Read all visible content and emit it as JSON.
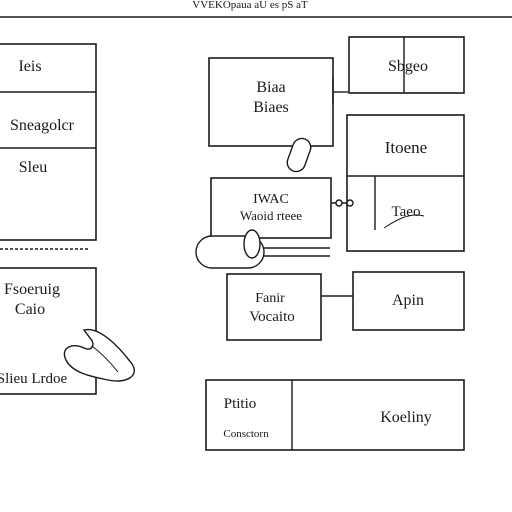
{
  "header": {
    "text": "VVEKOpaua aU es pS aT"
  },
  "boxes": {
    "left_top": {
      "label": "Ieis"
    },
    "left_mid": {
      "label": "Sneagolcr"
    },
    "left_low": {
      "label": "Sleu"
    },
    "left_bottom_title": {
      "label": "Fsoeruig"
    },
    "left_bottom_sub": {
      "label": "Caio"
    },
    "left_bottom_foot": {
      "label": "Slieu Lrdoe"
    },
    "center_top": {
      "line1": "Biaa",
      "line2": "Biaes"
    },
    "right_top": {
      "label": "Sbgeo"
    },
    "right_mid_top": {
      "label": "Itoene"
    },
    "right_mid_low": {
      "label": "Taeo"
    },
    "center_mid": {
      "line1": "IWAC",
      "line2": "Waoid rteee"
    },
    "center_low": {
      "line1": "Fanir",
      "line2": "Vocaito"
    },
    "right_low": {
      "label": "Apin"
    },
    "bottom_left": {
      "title": "Ptitio",
      "sub": "Consctorn"
    },
    "bottom_right": {
      "label": "Koeliny"
    }
  }
}
